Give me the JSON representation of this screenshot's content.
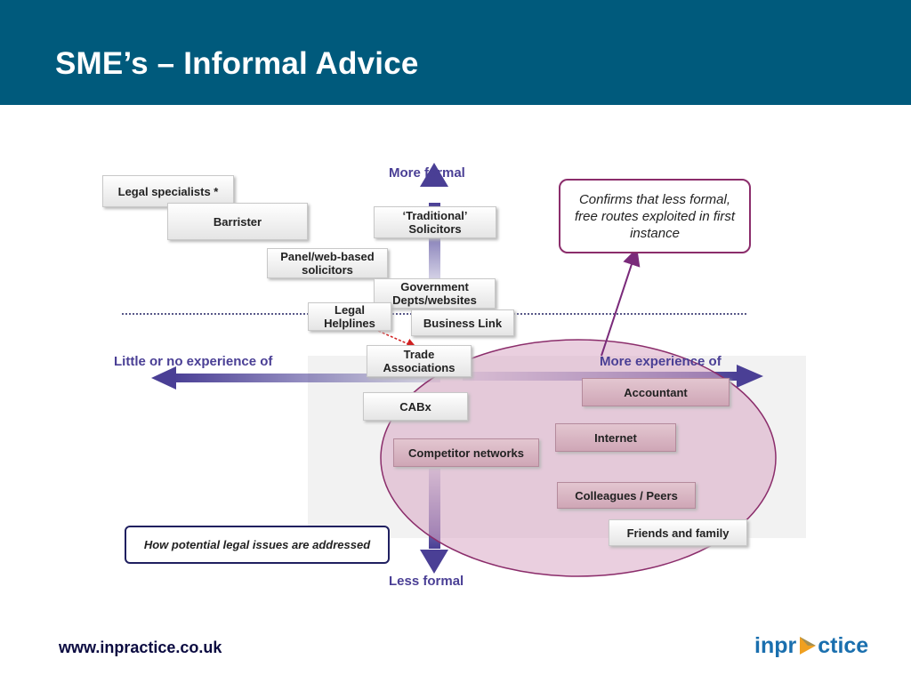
{
  "slide": {
    "title": "SME’s – Informal Advice",
    "footer_url": "www.inpractice.co.uk",
    "logo": {
      "text_before": "inpr",
      "text_after": "ctice",
      "accent_color": "#f0a020",
      "brand_color": "#1a6fae"
    }
  },
  "axes": {
    "top": "More formal",
    "bottom": "Less formal",
    "left": "Little or no experience of",
    "right": "More experience of"
  },
  "boxes": {
    "legal_specialists": "Legal specialists *",
    "barrister": "Barrister",
    "traditional_solicitors": "‘Traditional’ Solicitors",
    "panel_solicitors": "Panel/web-based solicitors",
    "government_depts": "Government Depts/websites",
    "legal_helplines": "Legal Helplines",
    "business_link": "Business Link",
    "trade_associations": "Trade Associations",
    "cabx": "CABx",
    "competitor_networks": "Competitor networks",
    "accountant": "Accountant",
    "internet": "Internet",
    "colleagues_peers": "Colleagues / Peers",
    "friends_family": "Friends and family"
  },
  "callout": "Confirms that less formal, free routes exploited in first instance",
  "legend": "How potential legal issues are addressed",
  "colors": {
    "header": "#005a7c",
    "axis": "#4a3f95",
    "ellipse_fill": "#d9a8c4",
    "ellipse_stroke": "#8b2d6b",
    "callout_border": "#8b2d6b"
  }
}
